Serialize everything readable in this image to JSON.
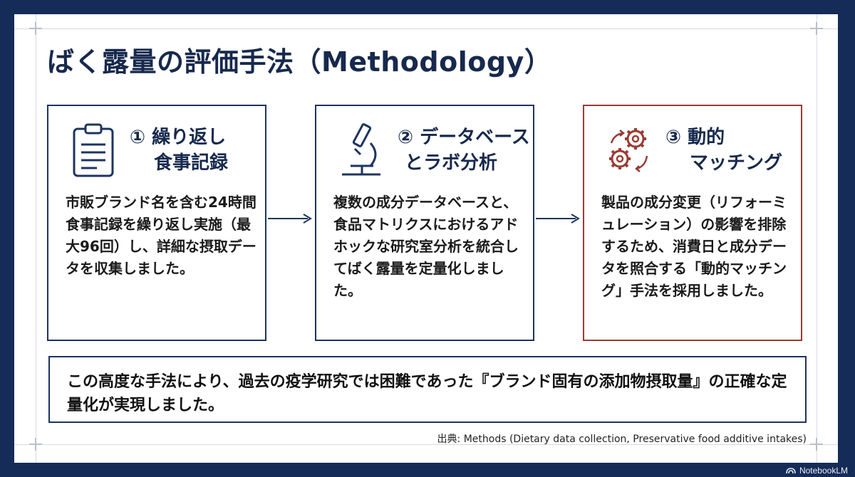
{
  "title": "ばく露量の評価手法（Methodology）",
  "steps": [
    {
      "icon": "clipboard-icon",
      "heading_line1": "① 繰り返し",
      "heading_line2": "食事記録",
      "body": "市販ブランド名を含む24時間食事記録を繰り返し実施（最大96回）し、詳細な摂取データを収集しました。"
    },
    {
      "icon": "microscope-icon",
      "heading_line1": "② データベース",
      "heading_line2": "とラボ分析",
      "body": "複数の成分データベースと、食品マトリクスにおけるアドホックな研究室分析を統合してばく露量を定量化しました。"
    },
    {
      "icon": "gears-icon",
      "heading_line1": "③ 動的",
      "heading_line2": "マッチング",
      "body": "製品の成分変更（リフォーミュレーション）の影響を排除するため、消費日と成分データを照合する「動的マッチング」手法を採用しました。"
    }
  ],
  "summary": "この高度な手法により、過去の疫学研究では困難であった『ブランド固有の添加物摂取量』の正確な定量化が実現しました。",
  "source": "出典: Methods (Dietary data collection, Preservative food additive intakes)",
  "brand": "NotebookLM",
  "colors": {
    "navy": "#1d3461",
    "accent_red": "#9b3b34",
    "frame": "#142c57"
  }
}
